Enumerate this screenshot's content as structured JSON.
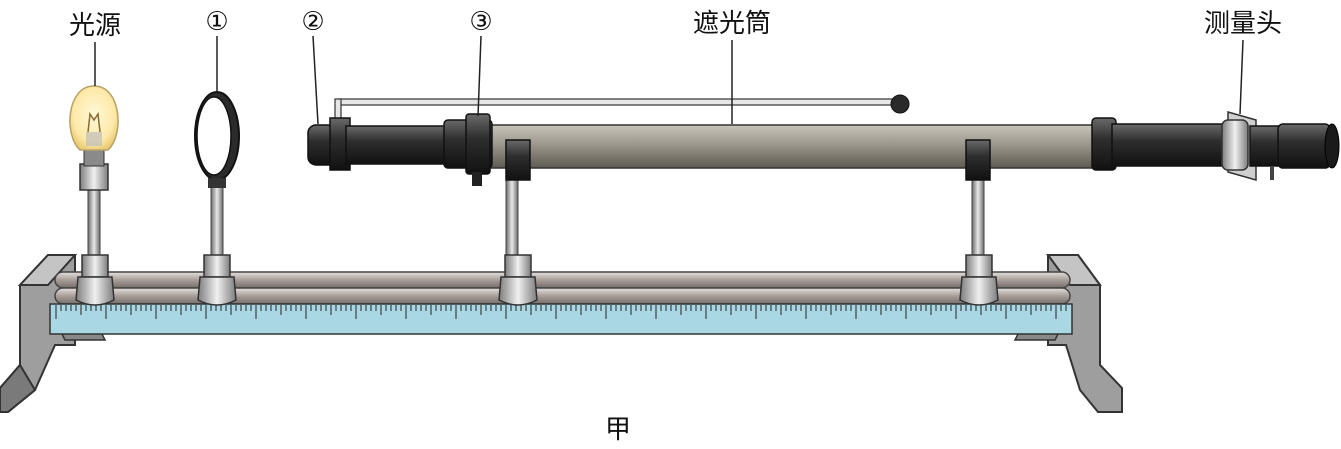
{
  "labels": {
    "light_source": "光源",
    "component_1": "①",
    "component_2": "②",
    "component_3": "③",
    "light_shield_tube": "遮光筒",
    "measuring_head": "测量头"
  },
  "caption": "甲",
  "colors": {
    "scale": "#a9d8e4",
    "rail": "#b8b0ac",
    "tube": "#8e8a80",
    "dark_parts": "#2a2a2a",
    "metal": "#cfcfcf",
    "bulb_glow": "#fde9a8"
  }
}
